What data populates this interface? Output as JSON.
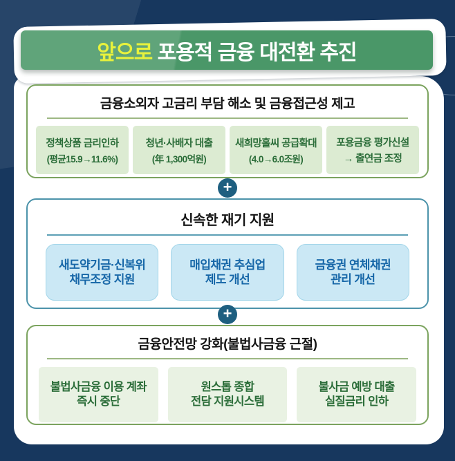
{
  "banner": {
    "highlight": "앞으로",
    "rest": " 포용적 금융 대전환 추진"
  },
  "plus_icon": "+",
  "sections": [
    {
      "title": "금융소외자 고금리 부담 해소 및 금융접근성 제고",
      "items": [
        {
          "line1": "정책상품 금리인하",
          "line2": "(평균15.9→11.6%)"
        },
        {
          "line1": "청년·사배자 대출",
          "line2": "(年 1,300억원)"
        },
        {
          "line1": "새희망홀씨 공급확대",
          "line2": "(4.0→6.0조원)"
        },
        {
          "line1": "포용금융 평가신설",
          "line2": "→ 출연금 조정"
        }
      ]
    },
    {
      "title": "신속한 재기 지원",
      "items": [
        {
          "line1": "새도약기금·신복위",
          "line2": "채무조정 지원"
        },
        {
          "line1": "매입채권 추심업",
          "line2": "제도 개선"
        },
        {
          "line1": "금융권 연체채권",
          "line2": "관리 개선"
        }
      ]
    },
    {
      "title": "금융안전망 강화(불법사금융 근절)",
      "items": [
        {
          "line1": "불법사금융 이용 계좌",
          "line2": "즉시 중단"
        },
        {
          "line1": "원스톱 종합",
          "line2": "전담 지원시스템"
        },
        {
          "line1": "불사금 예방 대출",
          "line2": "실질금리 인하"
        }
      ]
    }
  ],
  "colors": {
    "background_navy": "#17375e",
    "banner_green": "#4a9768",
    "banner_highlight_text": "#e8f23c",
    "section_green_border": "#7ba35e",
    "section_blue_border": "#4c93aa",
    "chip_green_bg": "#dcebd2",
    "chip_green_text": "#2b6d39",
    "chip_blue_bg": "#cbe8f5",
    "chip_blue_text": "#1767a8",
    "chip_mint_bg": "#e9f2e3",
    "plus_circle": "#1e5f80"
  }
}
